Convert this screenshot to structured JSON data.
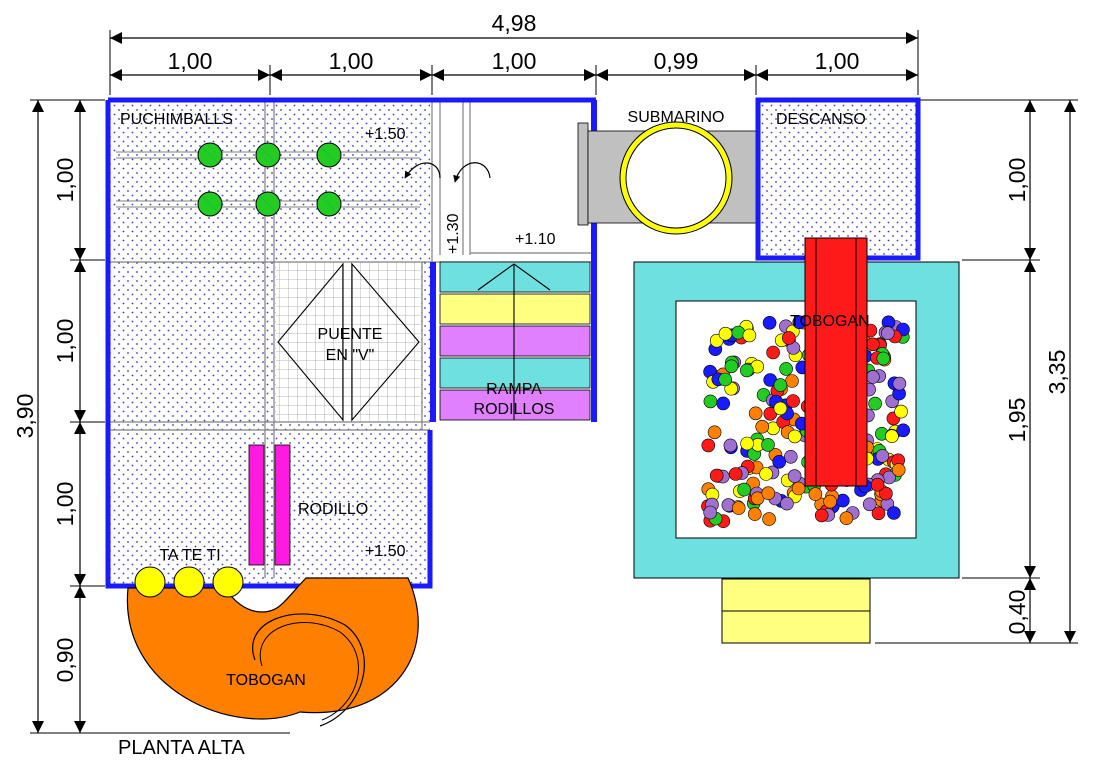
{
  "drawing": {
    "caption": "PLANTA ALTA",
    "colors": {
      "wall": "#1a1aff",
      "pool": "#6ee0e0",
      "slide": "#ff8000",
      "tube": "#ff1a1a",
      "yellow": "#ffff80",
      "violet": "#e080ff",
      "magenta": "#ff1adf",
      "grey": "#c0c0c0"
    },
    "icons": [
      "curved-arrow-icon",
      "puchimball-icon",
      "circle-icon"
    ]
  },
  "dimensions": {
    "total_width": "4,98",
    "top_segments": [
      "1,00",
      "1,00",
      "1,00",
      "0,99",
      "1,00"
    ],
    "left_total": "3,90",
    "left_segments": [
      "1,00",
      "1,00",
      "1,00",
      "0,90"
    ],
    "right_total": "3,35",
    "right_segments": [
      "1,00",
      "1,95",
      "0,40"
    ]
  },
  "labels": {
    "puchimballs": "PUCHIMBALLS",
    "level_top": "+1.50",
    "level_130": "+1.30",
    "level_110": "+1.10",
    "submarino": "SUBMARINO",
    "descanso": "DESCANSO",
    "puente_line1": "PUENTE",
    "puente_line2": "EN \"V\"",
    "rampa_line1": "RAMPA",
    "rampa_line2": "RODILLOS",
    "tobogan_pool": "TOBOGAN",
    "rodillo": "RODILLO",
    "level_bottom": "+1.50",
    "tateti": "TA TE TI",
    "tobogan_slide": "TOBOGAN"
  }
}
